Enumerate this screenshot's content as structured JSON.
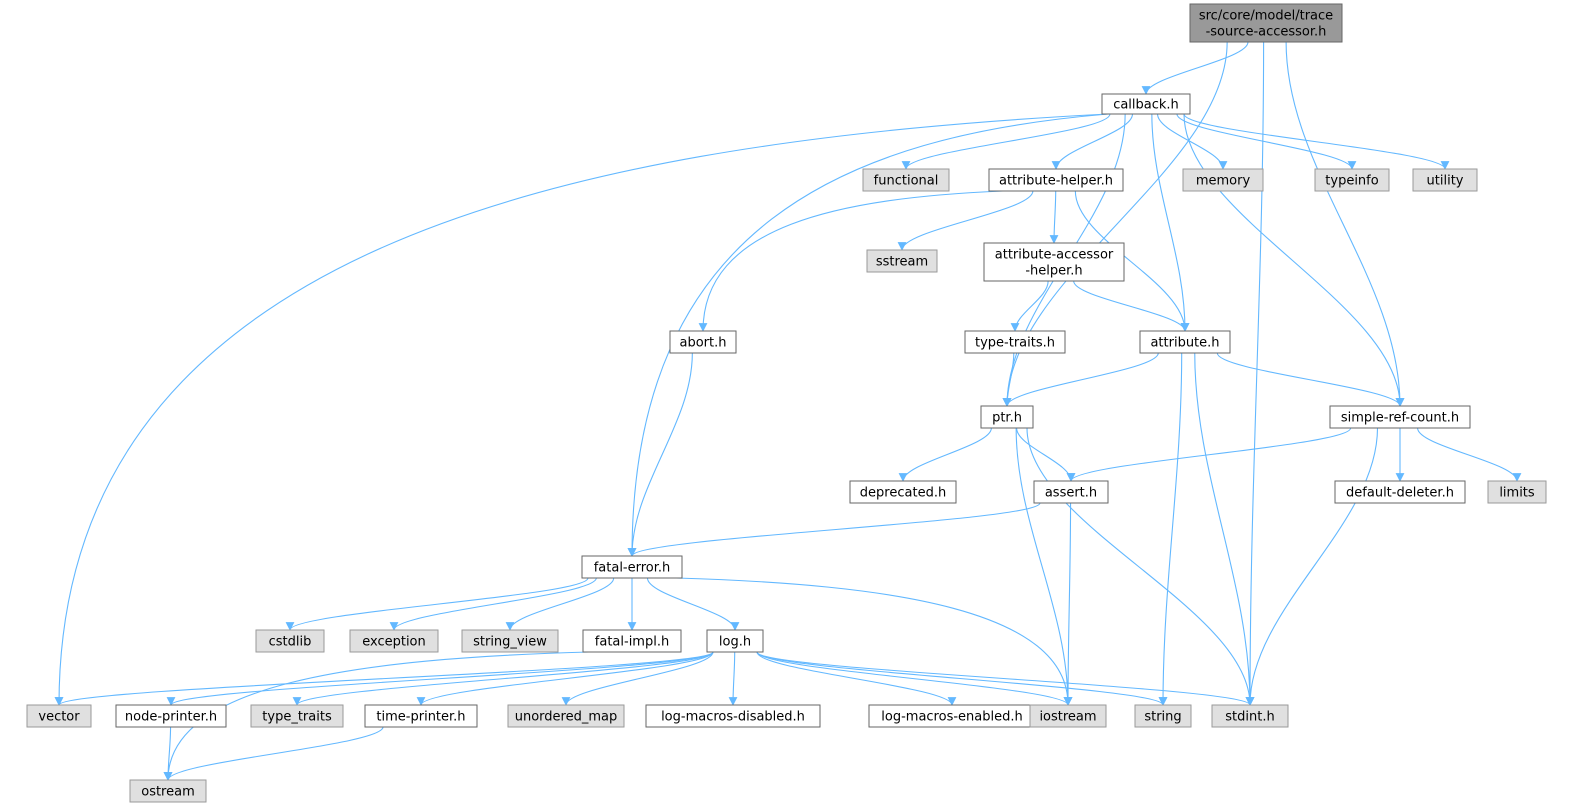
{
  "colors": {
    "root_fill": "#999999",
    "root_border": "#666666",
    "file_fill": "#ffffff",
    "file_border": "#666666",
    "system_fill": "#e0e0e0",
    "system_border": "#999999",
    "edge": "#63b8ff",
    "text": "#000000"
  },
  "nodes": {
    "trace": {
      "lines": [
        "src/core/model/trace",
        "-source-accessor.h"
      ],
      "kind": "root"
    },
    "callback": {
      "lines": [
        "callback.h"
      ],
      "kind": "file"
    },
    "functional": {
      "lines": [
        "functional"
      ],
      "kind": "system"
    },
    "attribute_helper": {
      "lines": [
        "attribute-helper.h"
      ],
      "kind": "file"
    },
    "memory": {
      "lines": [
        "memory"
      ],
      "kind": "system"
    },
    "typeinfo": {
      "lines": [
        "typeinfo"
      ],
      "kind": "system"
    },
    "utility": {
      "lines": [
        "utility"
      ],
      "kind": "system"
    },
    "sstream": {
      "lines": [
        "sstream"
      ],
      "kind": "system"
    },
    "attr_accessor_helper": {
      "lines": [
        "attribute-accessor",
        "-helper.h"
      ],
      "kind": "file"
    },
    "abort": {
      "lines": [
        "abort.h"
      ],
      "kind": "file"
    },
    "type_traits_h": {
      "lines": [
        "type-traits.h"
      ],
      "kind": "file"
    },
    "attribute": {
      "lines": [
        "attribute.h"
      ],
      "kind": "file"
    },
    "ptr": {
      "lines": [
        "ptr.h"
      ],
      "kind": "file"
    },
    "simple_ref_count": {
      "lines": [
        "simple-ref-count.h"
      ],
      "kind": "file"
    },
    "deprecated": {
      "lines": [
        "deprecated.h"
      ],
      "kind": "file"
    },
    "assert": {
      "lines": [
        "assert.h"
      ],
      "kind": "file"
    },
    "default_deleter": {
      "lines": [
        "default-deleter.h"
      ],
      "kind": "file"
    },
    "limits": {
      "lines": [
        "limits"
      ],
      "kind": "system"
    },
    "fatal_error": {
      "lines": [
        "fatal-error.h"
      ],
      "kind": "file"
    },
    "cstdlib": {
      "lines": [
        "cstdlib"
      ],
      "kind": "system"
    },
    "exception": {
      "lines": [
        "exception"
      ],
      "kind": "system"
    },
    "string_view": {
      "lines": [
        "string_view"
      ],
      "kind": "system"
    },
    "fatal_impl": {
      "lines": [
        "fatal-impl.h"
      ],
      "kind": "file"
    },
    "log": {
      "lines": [
        "log.h"
      ],
      "kind": "file"
    },
    "vector": {
      "lines": [
        "vector"
      ],
      "kind": "system"
    },
    "node_printer": {
      "lines": [
        "node-printer.h"
      ],
      "kind": "file"
    },
    "type_traits": {
      "lines": [
        "type_traits"
      ],
      "kind": "system"
    },
    "time_printer": {
      "lines": [
        "time-printer.h"
      ],
      "kind": "file"
    },
    "unordered_map": {
      "lines": [
        "unordered_map"
      ],
      "kind": "system"
    },
    "log_macros_disabled": {
      "lines": [
        "log-macros-disabled.h"
      ],
      "kind": "file"
    },
    "log_macros_enabled": {
      "lines": [
        "log-macros-enabled.h"
      ],
      "kind": "file"
    },
    "iostream": {
      "lines": [
        "iostream"
      ],
      "kind": "system"
    },
    "string": {
      "lines": [
        "string"
      ],
      "kind": "system"
    },
    "stdint": {
      "lines": [
        "stdint.h"
      ],
      "kind": "system"
    },
    "ostream": {
      "lines": [
        "ostream"
      ],
      "kind": "system"
    }
  },
  "edges": [
    [
      "trace",
      "callback"
    ],
    [
      "trace",
      "ptr"
    ],
    [
      "trace",
      "simple_ref_count"
    ],
    [
      "trace",
      "stdint"
    ],
    [
      "callback",
      "functional"
    ],
    [
      "callback",
      "attribute_helper"
    ],
    [
      "callback",
      "memory"
    ],
    [
      "callback",
      "typeinfo"
    ],
    [
      "callback",
      "utility"
    ],
    [
      "callback",
      "attribute"
    ],
    [
      "callback",
      "ptr"
    ],
    [
      "callback",
      "simple_ref_count"
    ],
    [
      "callback",
      "fatal_error"
    ],
    [
      "callback",
      "vector"
    ],
    [
      "attribute_helper",
      "sstream"
    ],
    [
      "attribute_helper",
      "attr_accessor_helper"
    ],
    [
      "attribute_helper",
      "abort"
    ],
    [
      "attribute_helper",
      "attribute"
    ],
    [
      "attr_accessor_helper",
      "type_traits_h"
    ],
    [
      "attr_accessor_helper",
      "attribute"
    ],
    [
      "type_traits_h",
      "ptr"
    ],
    [
      "abort",
      "fatal_error"
    ],
    [
      "attribute",
      "ptr"
    ],
    [
      "attribute",
      "simple_ref_count"
    ],
    [
      "attribute",
      "string"
    ],
    [
      "attribute",
      "stdint"
    ],
    [
      "ptr",
      "deprecated"
    ],
    [
      "ptr",
      "assert"
    ],
    [
      "ptr",
      "iostream"
    ],
    [
      "ptr",
      "stdint"
    ],
    [
      "simple_ref_count",
      "assert"
    ],
    [
      "simple_ref_count",
      "default_deleter"
    ],
    [
      "simple_ref_count",
      "limits"
    ],
    [
      "simple_ref_count",
      "stdint"
    ],
    [
      "assert",
      "fatal_error"
    ],
    [
      "assert",
      "iostream"
    ],
    [
      "fatal_error",
      "cstdlib"
    ],
    [
      "fatal_error",
      "exception"
    ],
    [
      "fatal_error",
      "string_view"
    ],
    [
      "fatal_error",
      "fatal_impl"
    ],
    [
      "fatal_error",
      "log"
    ],
    [
      "fatal_error",
      "iostream"
    ],
    [
      "fatal_impl",
      "ostream"
    ],
    [
      "log",
      "vector"
    ],
    [
      "log",
      "node_printer"
    ],
    [
      "log",
      "type_traits"
    ],
    [
      "log",
      "time_printer"
    ],
    [
      "log",
      "unordered_map"
    ],
    [
      "log",
      "log_macros_disabled"
    ],
    [
      "log",
      "log_macros_enabled"
    ],
    [
      "log",
      "iostream"
    ],
    [
      "log",
      "string"
    ],
    [
      "log",
      "stdint"
    ],
    [
      "node_printer",
      "ostream"
    ],
    [
      "time_printer",
      "ostream"
    ]
  ]
}
